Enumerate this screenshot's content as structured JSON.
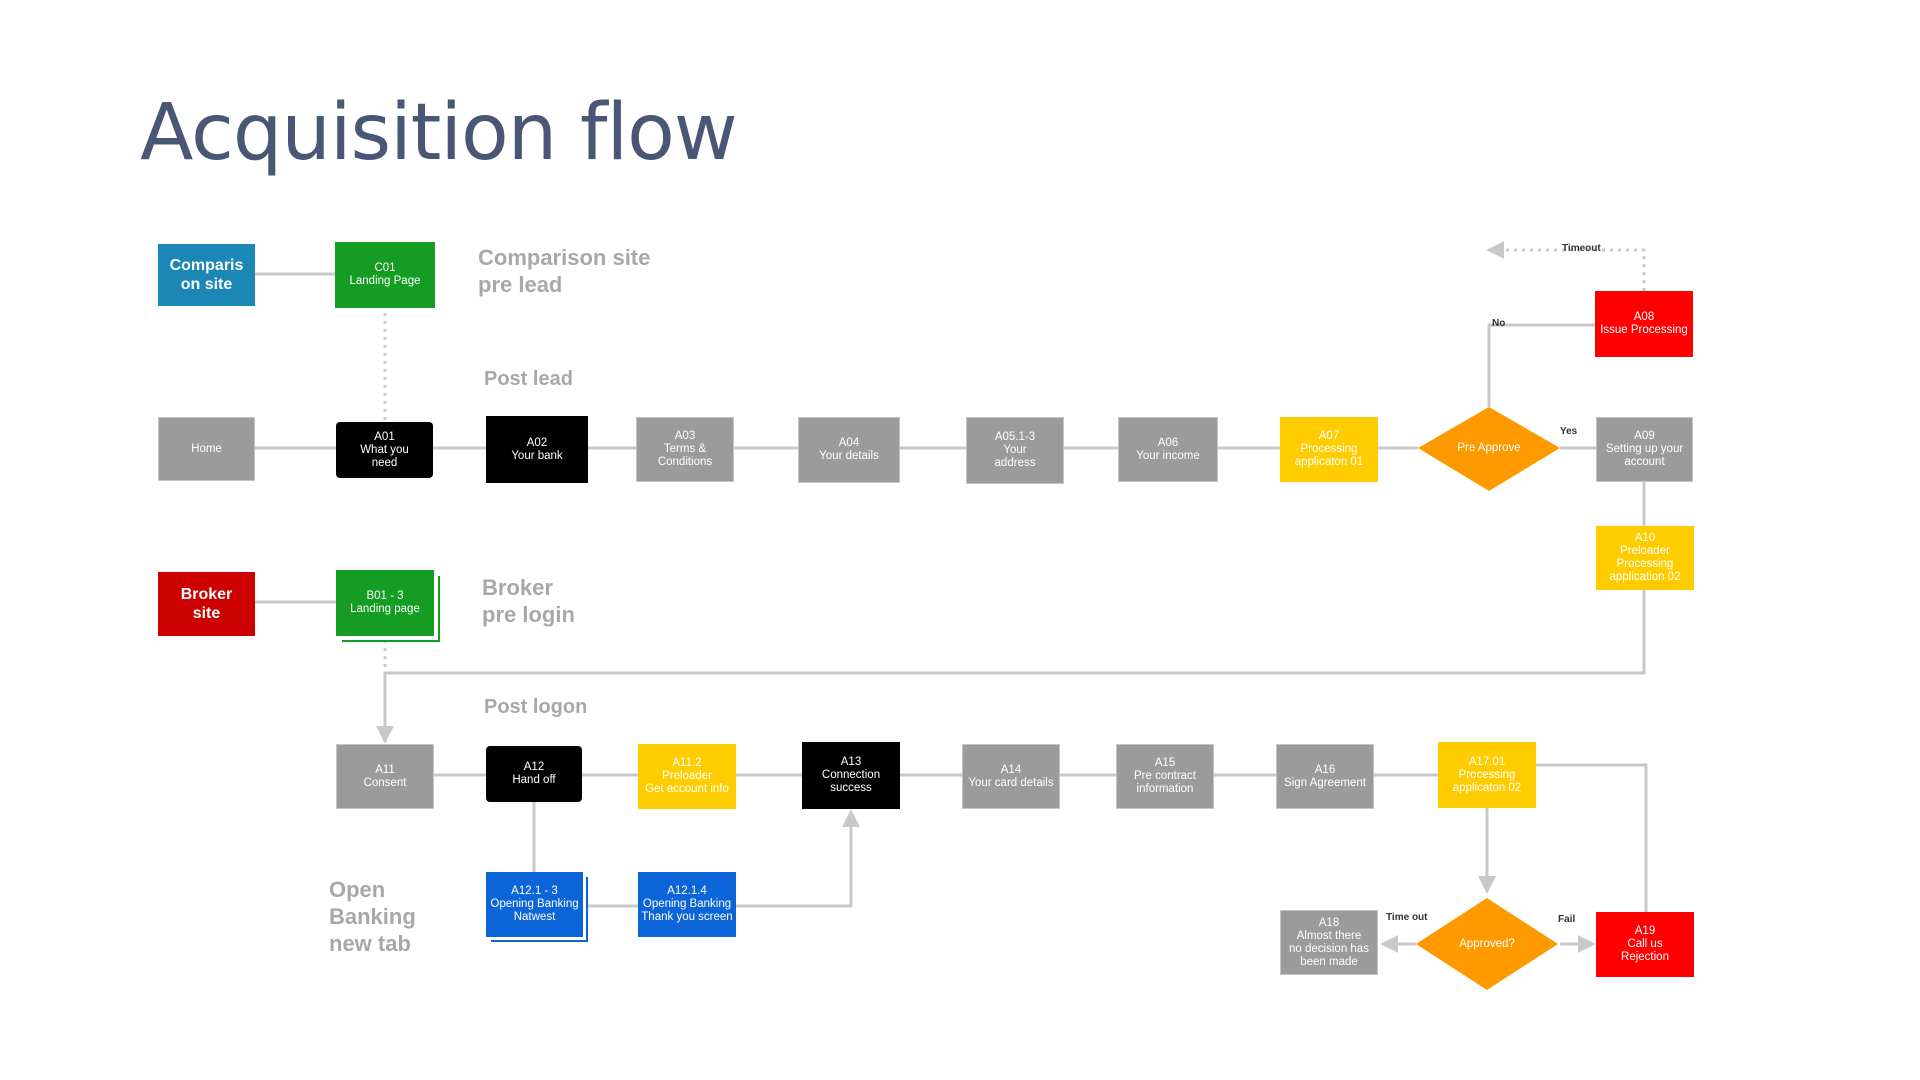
{
  "title": "Acquisition flow",
  "sections": {
    "comparison_pre_lead": [
      "Comparison site",
      "pre lead"
    ],
    "post_lead": "Post lead",
    "broker_pre_login": [
      "Broker",
      "pre login"
    ],
    "post_logon": "Post logon",
    "open_banking": [
      "Open",
      "Banking",
      "new tab"
    ]
  },
  "nodes": {
    "comparison_site": [
      "Comparis",
      "on site"
    ],
    "c01": [
      "C01",
      "Landing Page"
    ],
    "home": [
      "Home"
    ],
    "a01": [
      "A01",
      "What you",
      "need"
    ],
    "a02": [
      "A02",
      "Your bank"
    ],
    "a03": [
      "A03",
      "Terms &",
      "Conditions"
    ],
    "a04": [
      "A04",
      "Your details"
    ],
    "a05": [
      "A05.1-3",
      "Your",
      "address"
    ],
    "a06": [
      "A06",
      "Your income"
    ],
    "a07": [
      "A07",
      "Processing",
      "applicaton 01"
    ],
    "pre_approve": [
      "Pre Approve"
    ],
    "a08": [
      "A08",
      "Issue Processing"
    ],
    "a09": [
      "A09",
      "Setting up your",
      "account"
    ],
    "a10": [
      "A10",
      "Preloader",
      "Processing",
      "application 02"
    ],
    "broker_site": [
      "Broker",
      "site"
    ],
    "b01": [
      "B01 - 3",
      "Landing page"
    ],
    "a11": [
      "A11",
      "Consent"
    ],
    "a12": [
      "A12",
      "Hand off"
    ],
    "a11_2": [
      "A11.2",
      "Preloader",
      "Get account info"
    ],
    "a13": [
      "A13",
      "Connection",
      "success"
    ],
    "a14": [
      "A14",
      "Your card details"
    ],
    "a15": [
      "A15",
      "Pre contract",
      "information"
    ],
    "a16": [
      "A16",
      "Sign Agreement"
    ],
    "a17": [
      "A17.01",
      "Processing",
      "applicaton 02"
    ],
    "a12_1": [
      "A12.1 - 3",
      "Opening Banking",
      "Natwest"
    ],
    "a12_1_4": [
      "A12.1.4",
      "Opening Banking",
      "Thank you screen"
    ],
    "approved": [
      "Approved?"
    ],
    "a18": [
      "A18",
      "Almost there",
      "no decision has",
      "been made"
    ],
    "a19": [
      "A19",
      "Call us",
      "Rejection"
    ]
  },
  "edge_labels": {
    "timeout": "Timeout",
    "no": "No",
    "yes": "Yes",
    "time_out": "Time out",
    "fail": "Fail"
  },
  "colors": {
    "gray": "#9b9b9b",
    "black": "#000000",
    "green": "#159c22",
    "yellow": "#ffcc00",
    "red": "#ff0000",
    "blue": "#0c65d8",
    "teal": "#1b87b7",
    "orange": "#ff9900",
    "connector": "#c8c8c8"
  }
}
